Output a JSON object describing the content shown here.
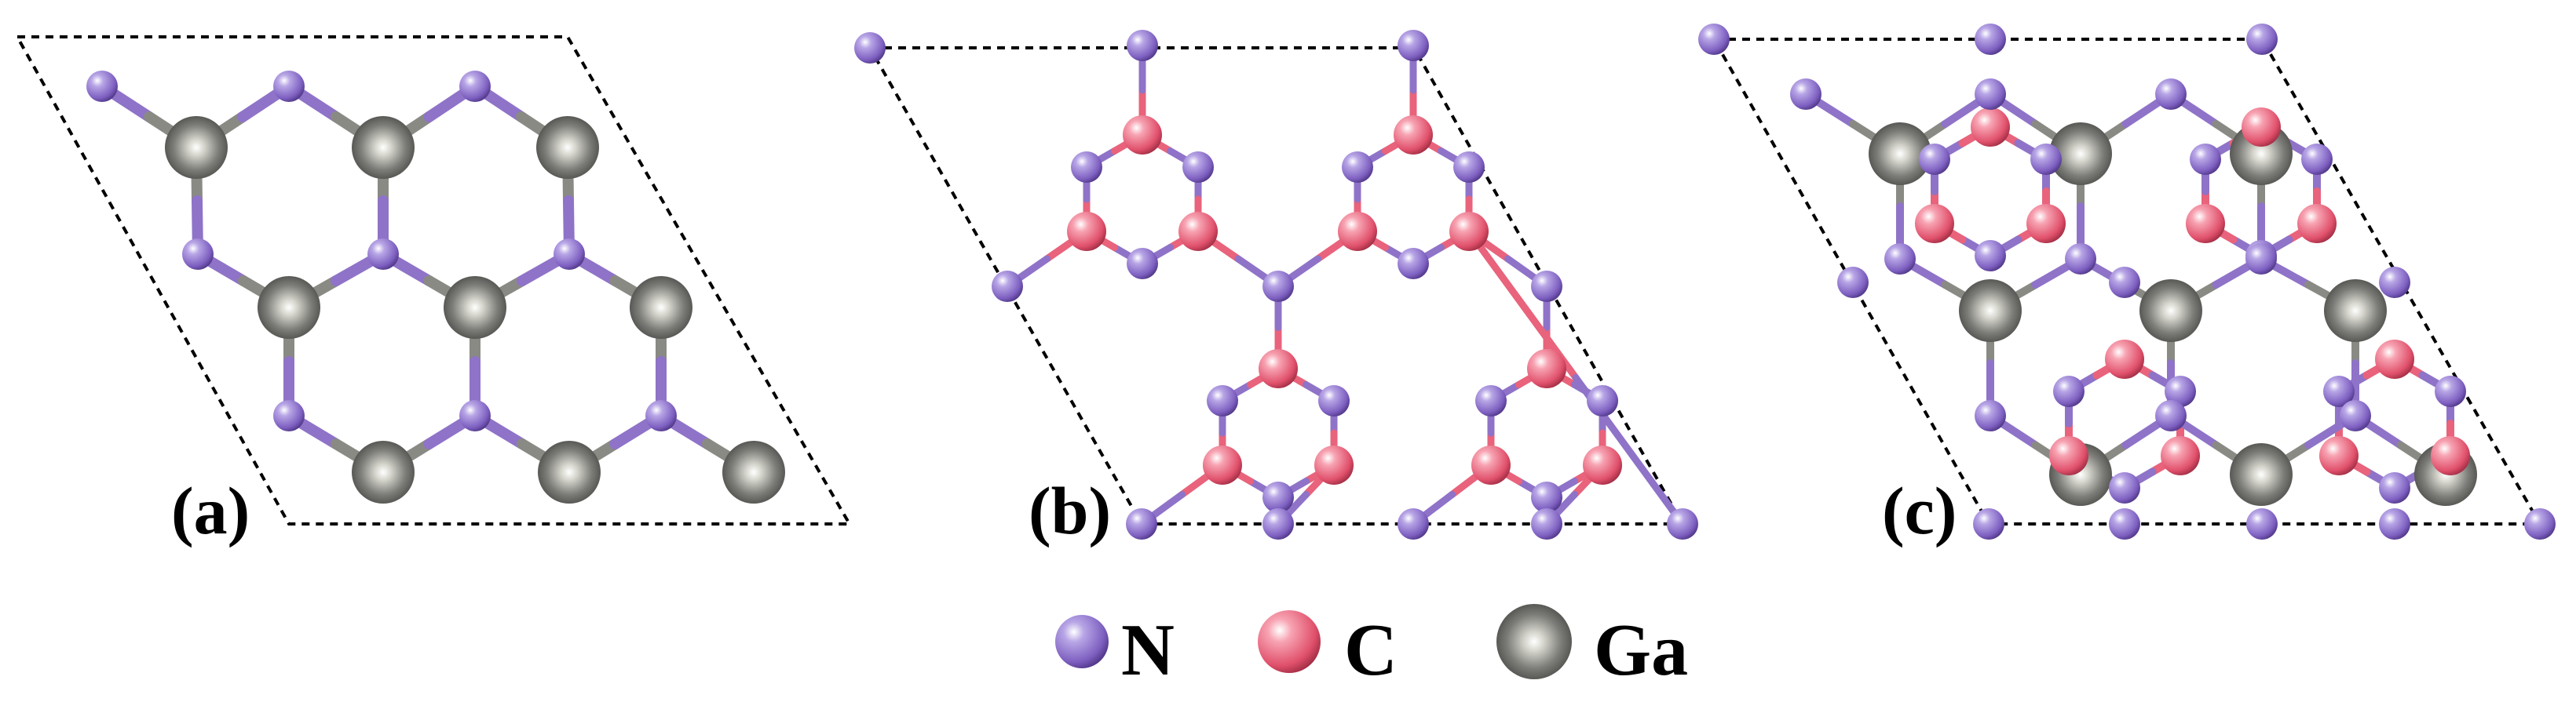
{
  "panels": [
    {
      "id": "a",
      "label": "(a)"
    },
    {
      "id": "b",
      "label": "(b)"
    },
    {
      "id": "c",
      "label": "(c)"
    }
  ],
  "legend": [
    {
      "element": "N",
      "label": "N",
      "color": "#8f73c8",
      "atom_size": "small"
    },
    {
      "element": "C",
      "label": "C",
      "color": "#e8637b",
      "atom_size": "medium"
    },
    {
      "element": "Ga",
      "label": "Ga",
      "color": "#7b7b79",
      "atom_size": "large"
    }
  ],
  "colors": {
    "nitrogen": "#8f73c8",
    "carbon": "#e8637b",
    "gallium": "#7b7b79",
    "cell_outline": "#000000"
  }
}
